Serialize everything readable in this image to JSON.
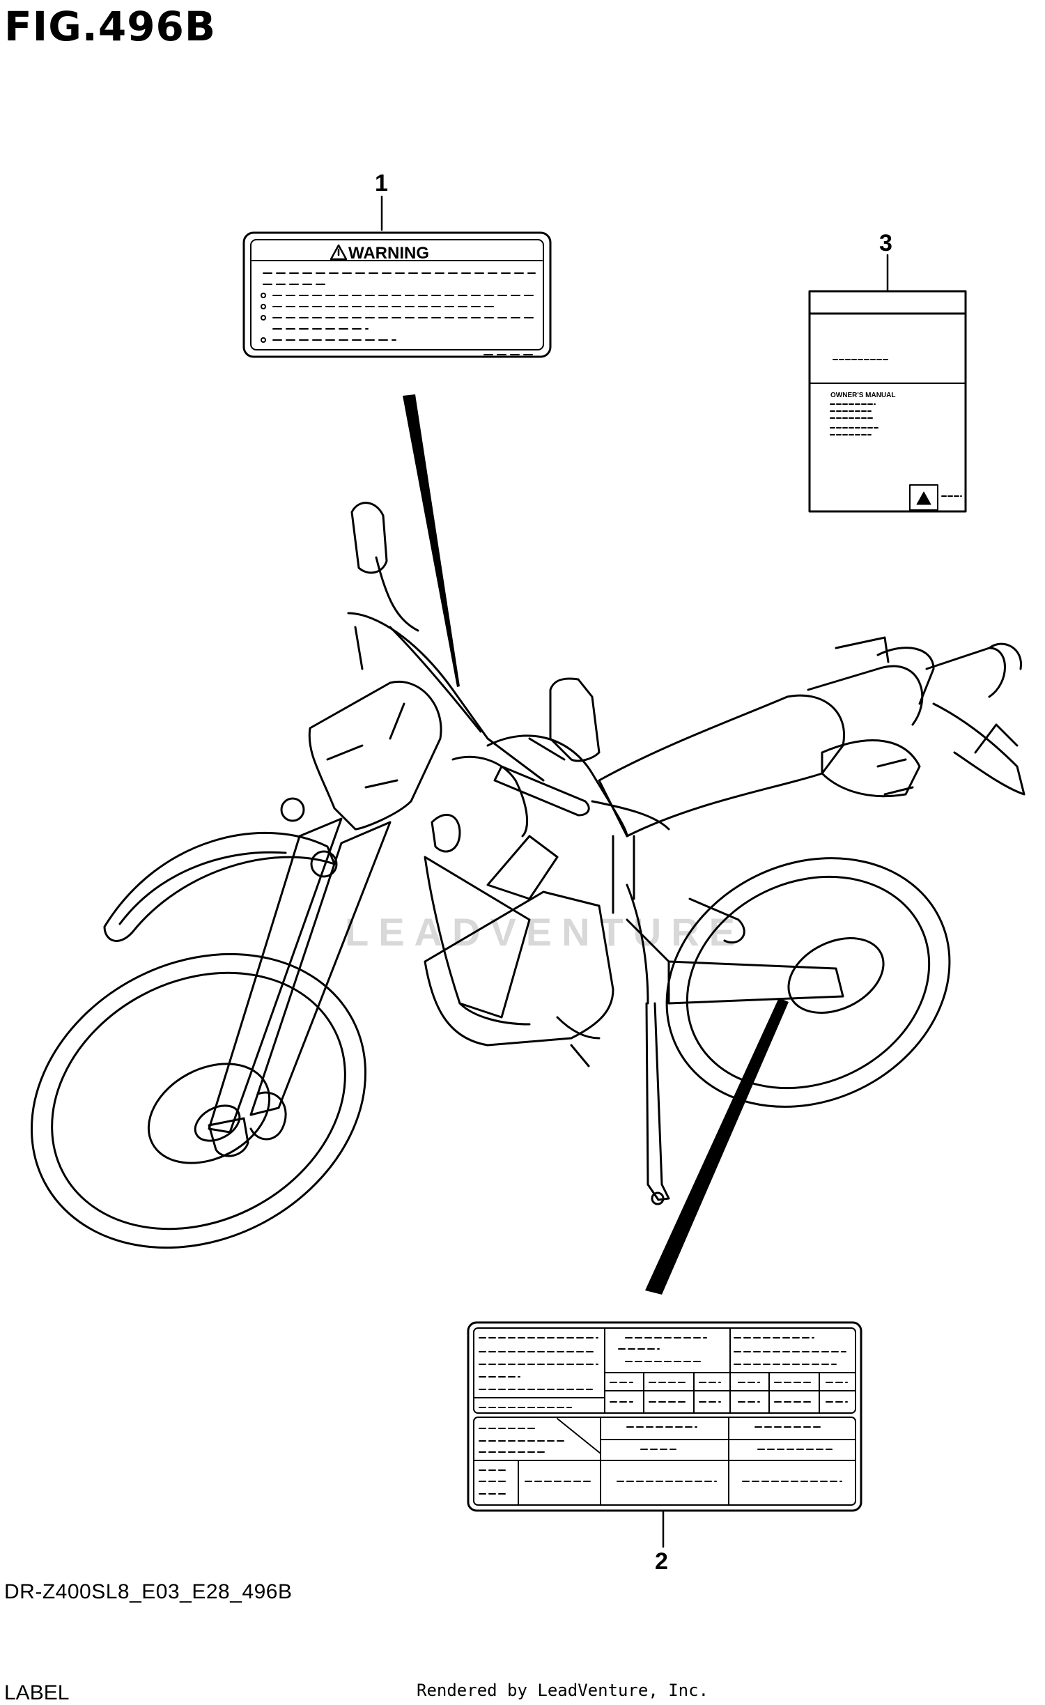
{
  "figure": {
    "title": "FIG.496B",
    "model_code": "DR-Z400SL8_E03_E28_496B",
    "section": "LABEL",
    "rendered_by": "Rendered by LeadVenture, Inc.",
    "watermark": "LEADVENTURE"
  },
  "callouts": [
    {
      "number": "1"
    },
    {
      "number": "2"
    },
    {
      "number": "3"
    }
  ],
  "labels": {
    "warning_label": {
      "heading": "WARNING"
    },
    "manual": {
      "title": "OWNER'S MANUAL"
    }
  }
}
